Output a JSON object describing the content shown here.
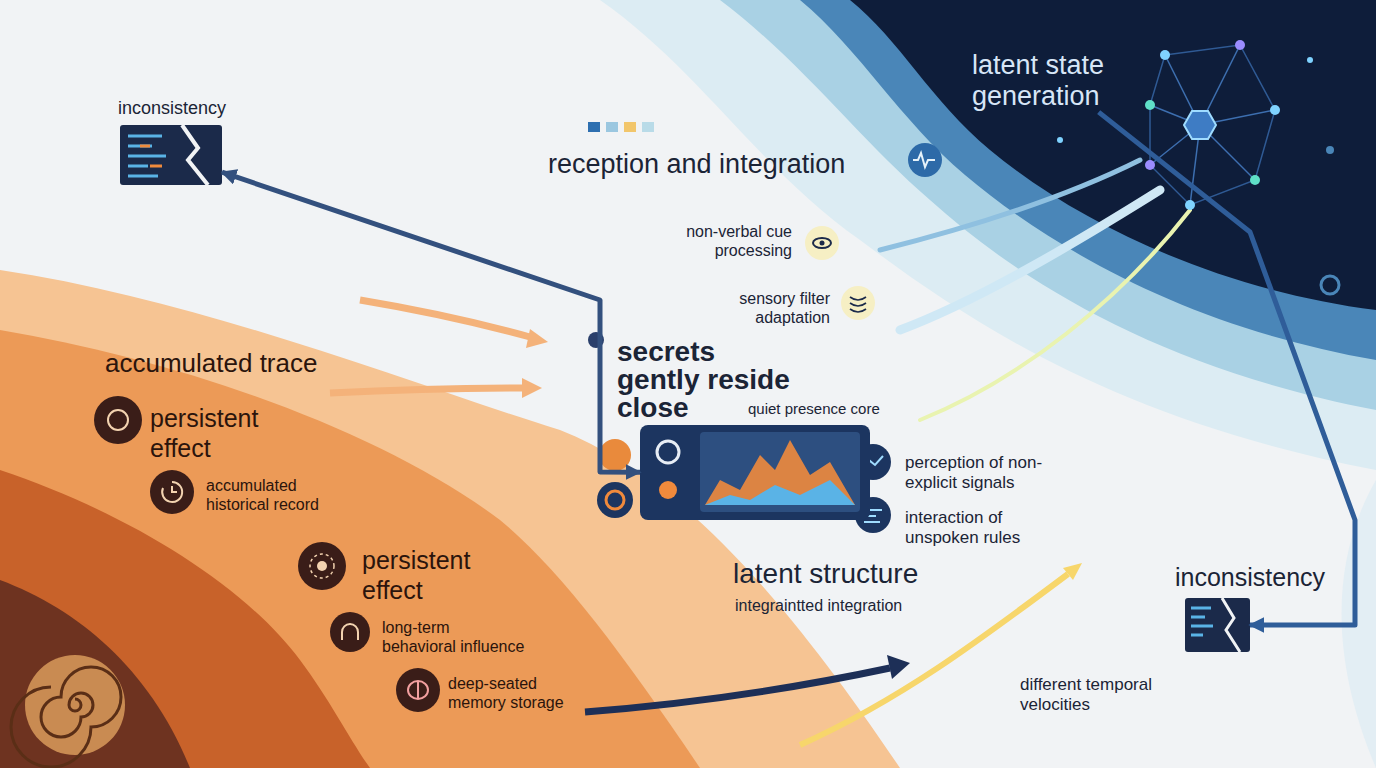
{
  "diagram": {
    "nodes": [
      {
        "text": [
          "inconsistency"
        ]
      },
      {
        "text": [
          "latent state generation"
        ]
      },
      {
        "text": [
          "secrets gently reside close",
          "quiet presence core"
        ]
      },
      {
        "text": [
          "inconsistency"
        ]
      }
    ],
    "edges": [
      {
        "from": 0,
        "to": 2,
        "arrow": "both"
      },
      {
        "from": 1,
        "to": 3,
        "arrow": "to"
      }
    ],
    "labels": [
      "reception and integration",
      "non-verbal cue processing",
      "sensory filter adaptation",
      "accumulated trace",
      "persistent effect",
      "accumulated historical record",
      "persistent effect",
      "long-term behavioral influence",
      "deep-seated memory storage",
      "perception of non-explicit signals",
      "interaction of unspoken rules",
      "latent structure",
      "integraintted integration",
      "different temporal velocities"
    ]
  }
}
